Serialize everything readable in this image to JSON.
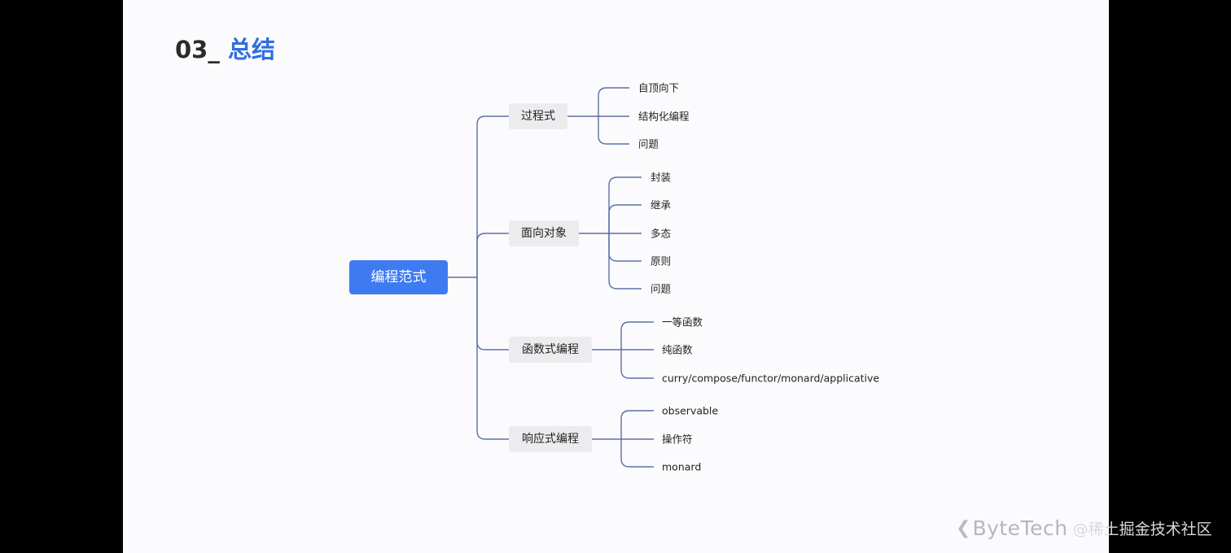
{
  "slide": {
    "title_number": "03_",
    "title_text": "总结"
  },
  "mindmap": {
    "root": "编程范式",
    "branches": [
      {
        "label": "过程式",
        "children": [
          "自顶向下",
          "结构化编程",
          "问题"
        ]
      },
      {
        "label": "面向对象",
        "children": [
          "封装",
          "继承",
          "多态",
          "原则",
          "问题"
        ]
      },
      {
        "label": "函数式编程",
        "children": [
          "一等函数",
          "纯函数",
          "curry/compose/functor/monard/applicative"
        ]
      },
      {
        "label": "响应式编程",
        "children": [
          "observable",
          "操作符",
          "monard"
        ]
      }
    ]
  },
  "watermark": {
    "logo_icon": "bytetech-logo-icon",
    "brand": "ByteTech",
    "community": "@稀土掘金技术社区"
  },
  "colors": {
    "root_fill": "#3f7bf0",
    "branch_fill": "#ececef",
    "connector": "#5c6fa8",
    "title_accent": "#2f6fde"
  }
}
